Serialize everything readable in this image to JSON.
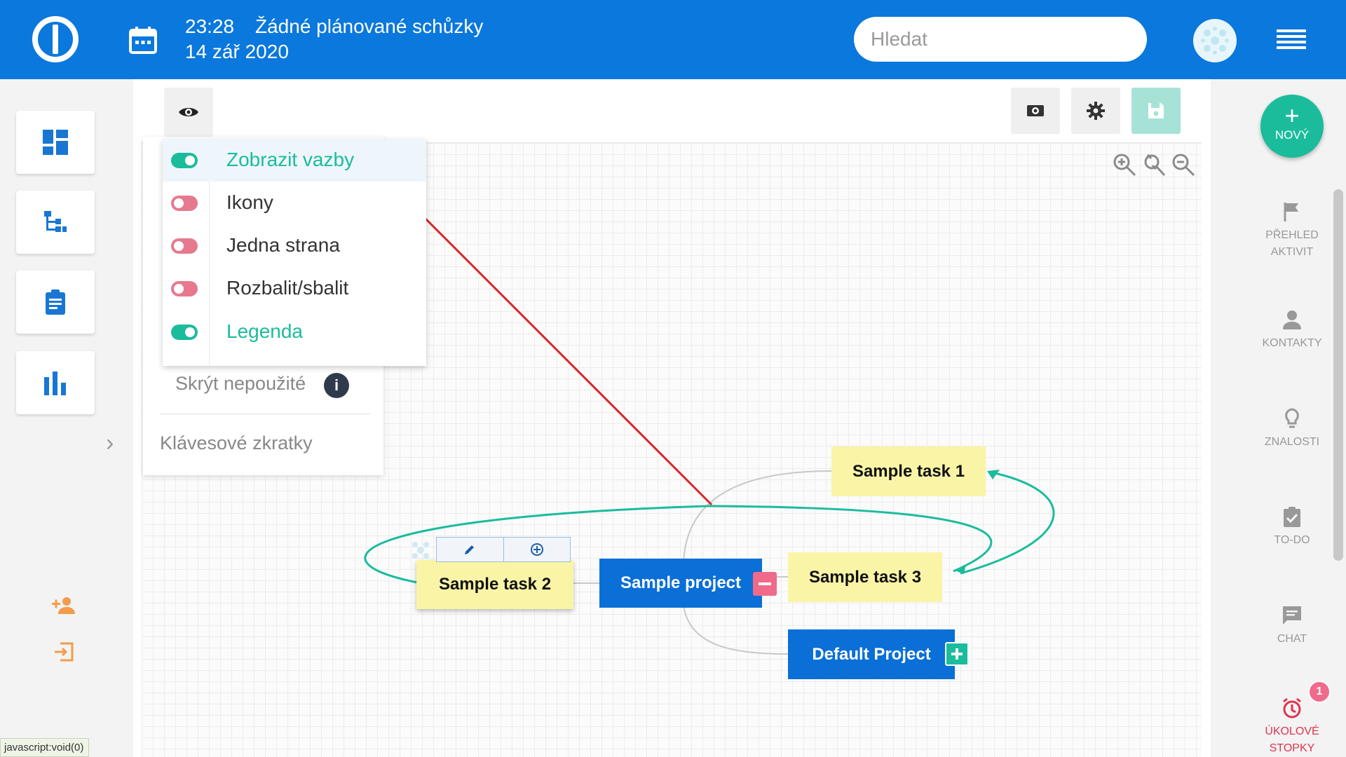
{
  "header": {
    "time": "23:28",
    "meetings_text": "Žádné plánované schůzky",
    "date": "14 zář 2020",
    "search_placeholder": "Hledat"
  },
  "toolbar": {
    "eye_icon": "eye-icon",
    "view_icon": "camera-icon",
    "settings_icon": "gear-icon",
    "save_icon": "save-icon"
  },
  "view_options": {
    "items": [
      {
        "label": "Zobrazit vazby",
        "enabled": true
      },
      {
        "label": "Ikony",
        "enabled": false
      },
      {
        "label": "Jedna strana",
        "enabled": false
      },
      {
        "label": "Rozbalit/sbalit",
        "enabled": false
      },
      {
        "label": "Legenda",
        "enabled": true
      }
    ],
    "hide_unused": "Skrýt nepoužité",
    "shortcuts": "Klávesové zkratky"
  },
  "mindmap": {
    "nodes": {
      "task1": "Sample task 1",
      "task2": "Sample task 2",
      "task3": "Sample task 3",
      "project": "Sample project",
      "default_project": "Default Project"
    }
  },
  "right_sidebar": {
    "new_label": "NOVÝ",
    "items": [
      {
        "label1": "PŘEHLED",
        "label2": "AKTIVIT",
        "icon": "flag-icon"
      },
      {
        "label1": "KONTAKTY",
        "label2": "",
        "icon": "person-icon"
      },
      {
        "label1": "ZNALOSTI",
        "label2": "",
        "icon": "lightbulb-icon"
      },
      {
        "label1": "TO-DO",
        "label2": "",
        "icon": "clipboard-check-icon"
      },
      {
        "label1": "CHAT",
        "label2": "",
        "icon": "chat-icon"
      },
      {
        "label1": "ÚKOLOVÉ",
        "label2": "STOPKY",
        "icon": "alarm-icon"
      }
    ],
    "badge_count": "1"
  },
  "status_bar": "javascript:void(0)",
  "colors": {
    "header_blue": "#0a78dc",
    "accent_green": "#1abc9c",
    "toggle_off": "#e7798f",
    "node_yellow": "#faf5a6",
    "node_blue": "#0a6fd6"
  }
}
